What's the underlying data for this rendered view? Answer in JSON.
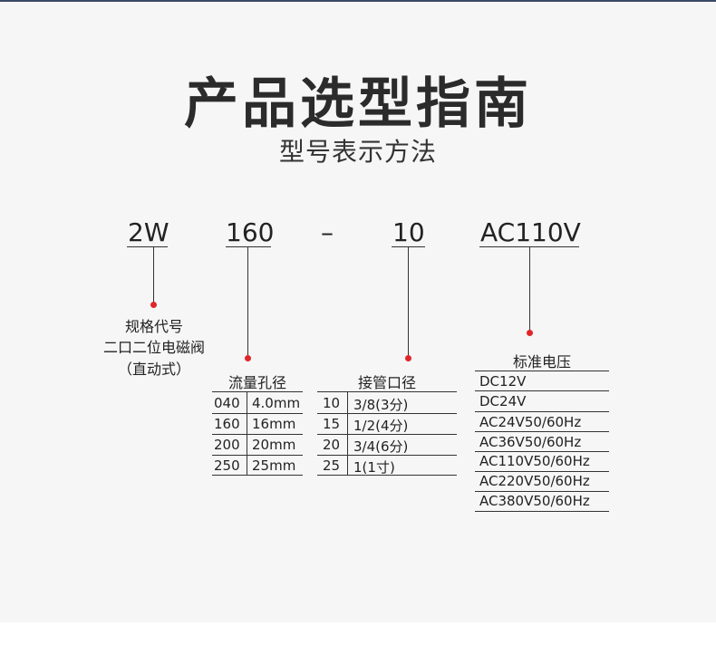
{
  "title": "产品选型指南",
  "subtitle": "型号表示方法",
  "codes": {
    "series": "2W",
    "flow": "160",
    "dash": "–",
    "pipe": "10",
    "voltage": "AC110V"
  },
  "spec": {
    "line1": "规格代号",
    "line2": "二口二位电磁阀",
    "line3": "（直动式）"
  },
  "flow_table": {
    "header": "流量孔径",
    "rows": [
      {
        "code": "040",
        "value": "4.0mm"
      },
      {
        "code": "160",
        "value": "16mm"
      },
      {
        "code": "200",
        "value": "20mm"
      },
      {
        "code": "250",
        "value": "25mm"
      }
    ]
  },
  "pipe_table": {
    "header": "接管口径",
    "rows": [
      {
        "code": "10",
        "value": "3/8(3分)"
      },
      {
        "code": "15",
        "value": "1/2(4分)"
      },
      {
        "code": "20",
        "value": "3/4(6分)"
      },
      {
        "code": "25",
        "value": "1(1寸)"
      }
    ]
  },
  "voltage_table": {
    "header": "标准电压",
    "rows": [
      "DC12V",
      "DC24V",
      "AC24V50/60Hz",
      "AC36V50/60Hz",
      "AC110V50/60Hz",
      "AC220V50/60Hz",
      "AC380V50/60Hz"
    ]
  },
  "colors": {
    "dot": "#e0262b",
    "panel": "#f6f6f6",
    "top_line": "#3a4a66"
  }
}
